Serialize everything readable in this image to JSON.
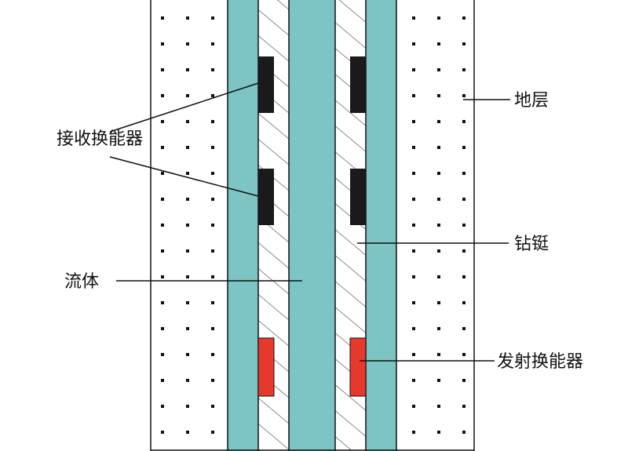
{
  "labels": {
    "receiver": "接收换能器",
    "formation": "地层",
    "drill_collar": "钻铤",
    "fluid": "流体",
    "transmitter": "发射换能器"
  },
  "colors": {
    "fluid": "#7dc4c4",
    "receiver": "#1a1a1a",
    "transmitter": "#e8392d",
    "line": "#111111"
  }
}
